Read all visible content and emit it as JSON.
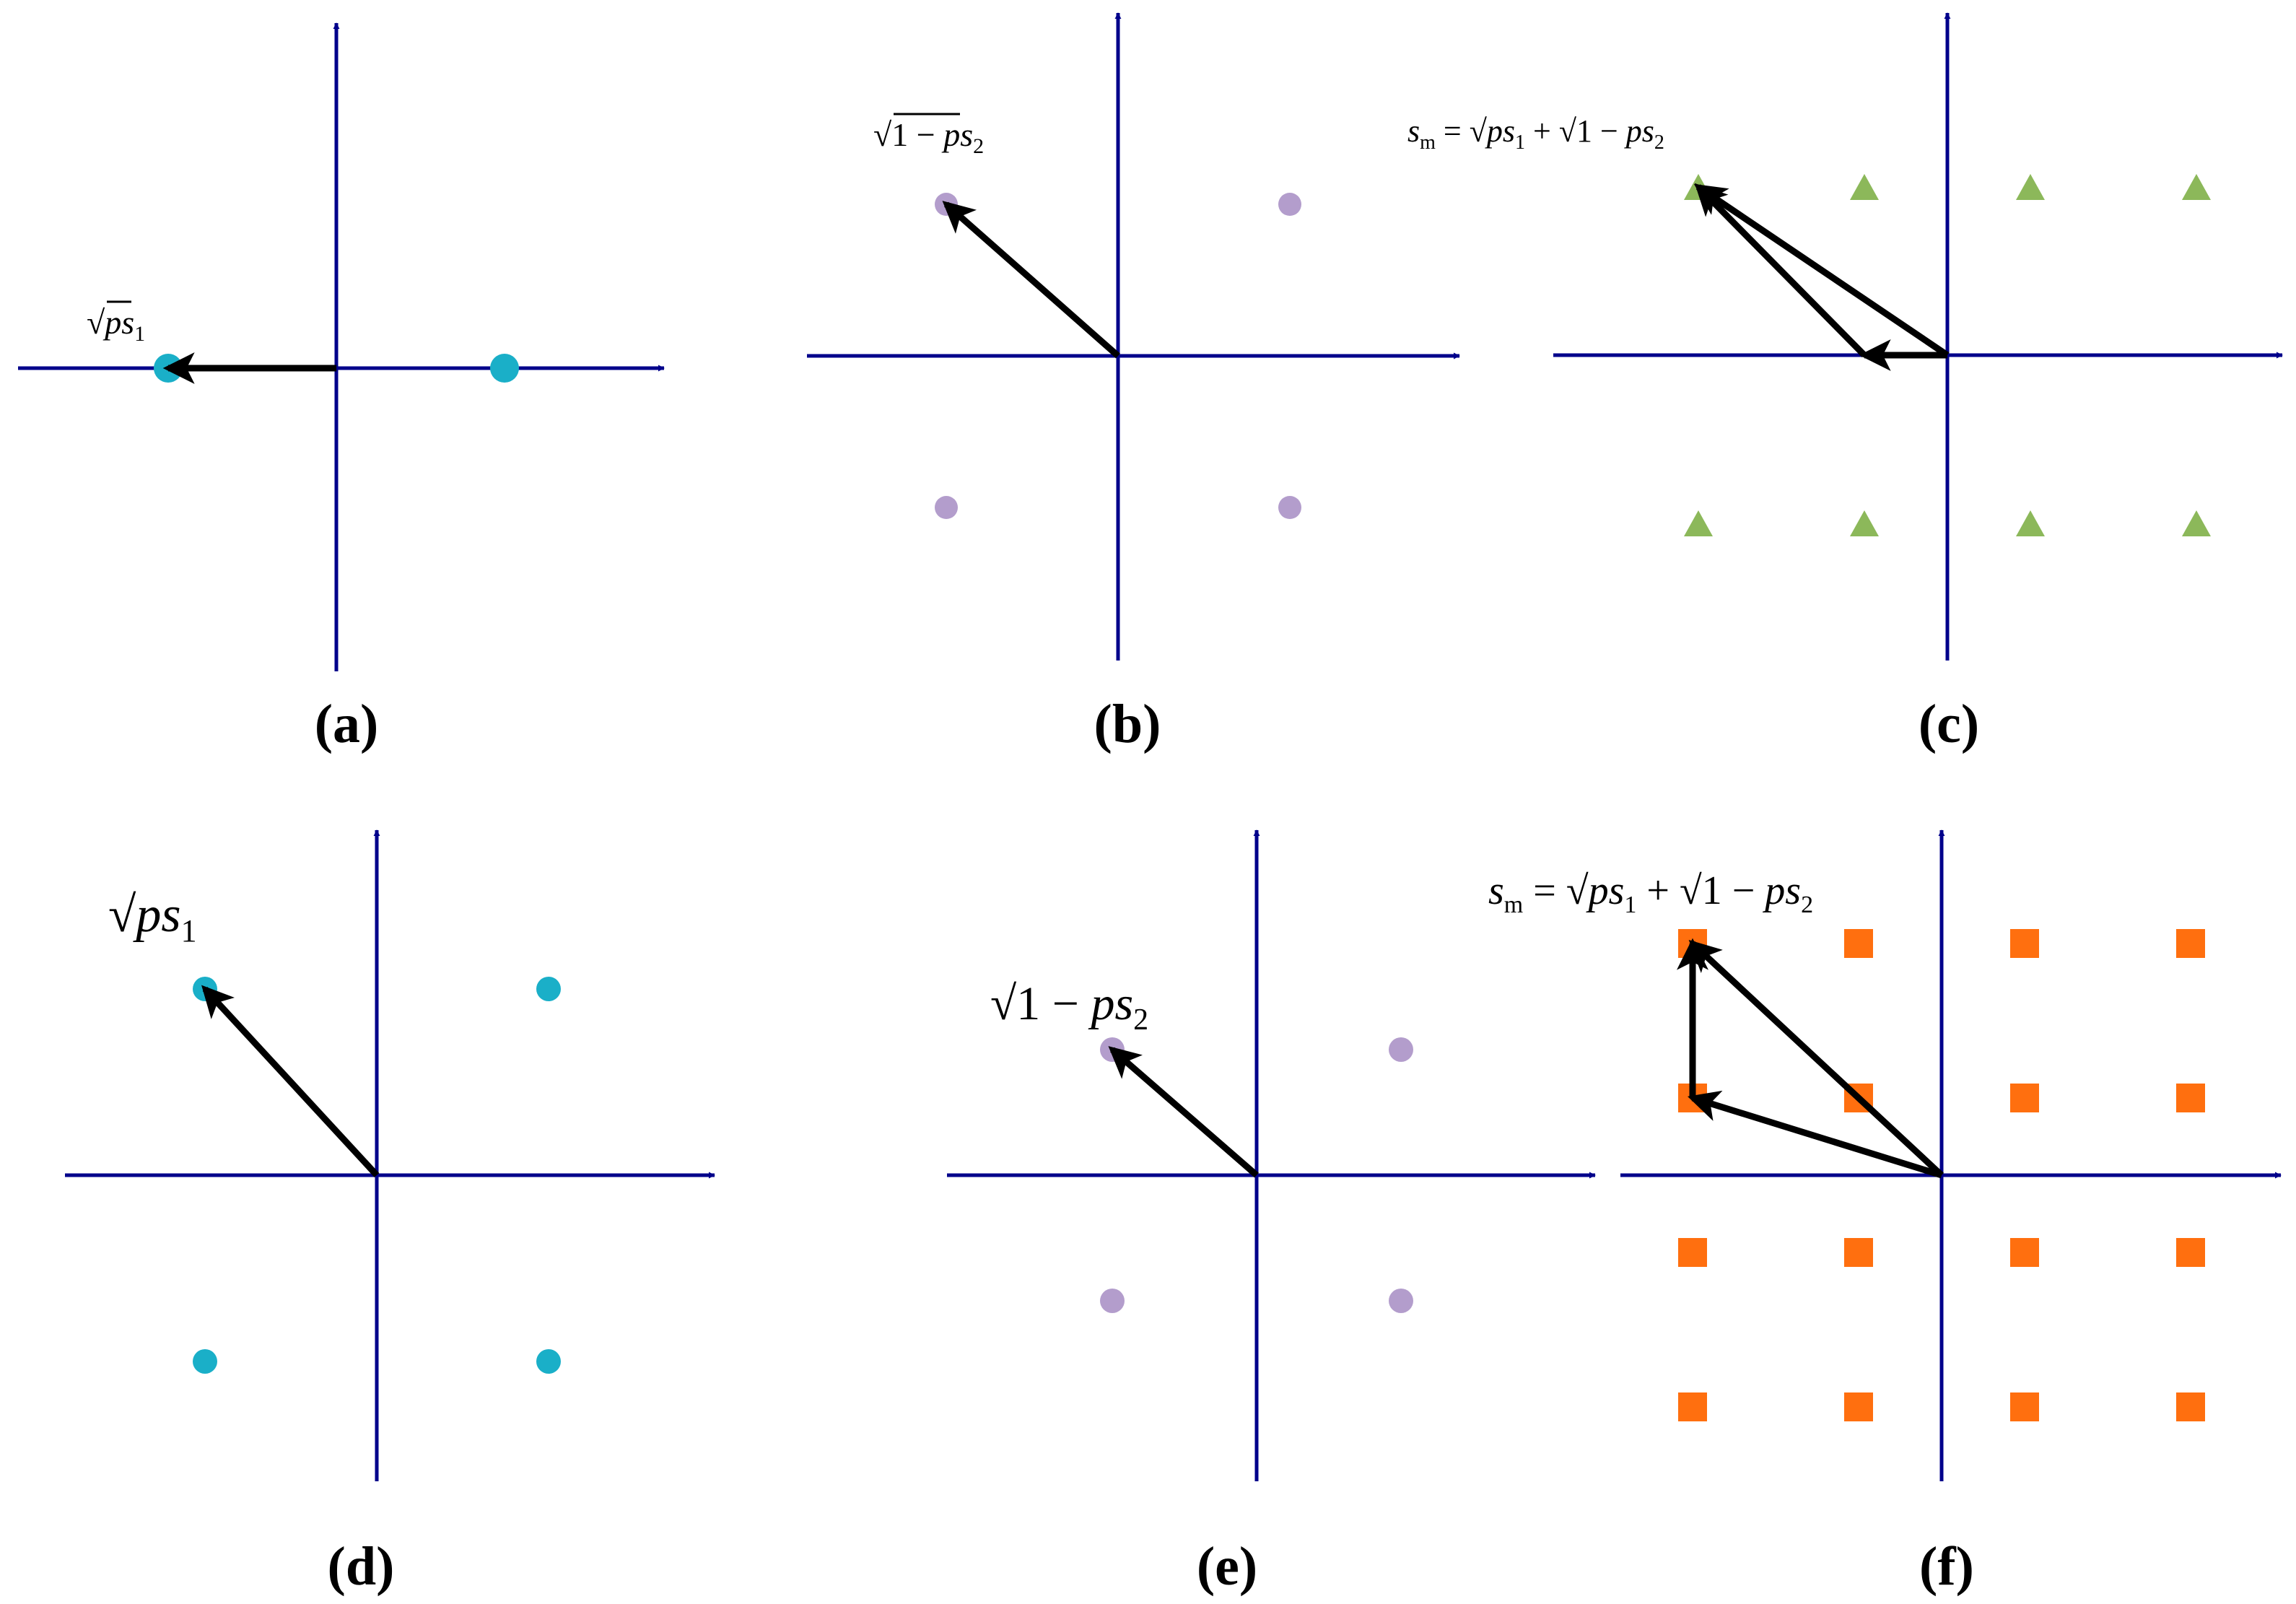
{
  "colors": {
    "axis": "#00008B",
    "vector": "#000000",
    "bpsk": "#1AAFC8",
    "qpsk_b": "#B39DCC",
    "qam_c": "#8CB85A",
    "qpsk_d": "#1AAFC8",
    "qpsk_e": "#B39DCC",
    "qam_f": "#FF6F0F"
  },
  "panels": [
    {
      "id": "a",
      "label": "(a)",
      "marker": "circle",
      "color_key": "bpsk",
      "points": [
        [
          -1,
          0
        ],
        [
          1,
          0
        ]
      ],
      "vectors": [
        [
          0,
          0,
          -1,
          0
        ]
      ],
      "annotation": {
        "text": "√ps₁",
        "parts": [
          "p",
          "s",
          "1"
        ]
      }
    },
    {
      "id": "b",
      "label": "(b)",
      "marker": "circle",
      "color_key": "qpsk_b",
      "points": [
        [
          -1,
          1
        ],
        [
          1,
          1
        ],
        [
          -1,
          -1
        ],
        [
          1,
          -1
        ]
      ],
      "vectors": [
        [
          0,
          0,
          -1,
          1
        ]
      ],
      "annotation": {
        "text": "√1−ps₂"
      }
    },
    {
      "id": "c",
      "label": "(c)",
      "marker": "triangle",
      "color_key": "qam_c",
      "points": [
        [
          -3,
          1
        ],
        [
          -1,
          1
        ],
        [
          1,
          1
        ],
        [
          3,
          1
        ],
        [
          -3,
          -1
        ],
        [
          -1,
          -1
        ],
        [
          1,
          -1
        ],
        [
          3,
          -1
        ]
      ],
      "vectors": [
        [
          0,
          0,
          -1,
          0
        ],
        [
          -1,
          0,
          -3,
          1
        ],
        [
          0,
          0,
          -3,
          1
        ]
      ],
      "annotation": {
        "text": "sₘ = √ps₁ + √1−ps₂"
      }
    },
    {
      "id": "d",
      "label": "(d)",
      "marker": "circle",
      "color_key": "qpsk_d",
      "points": [
        [
          -1,
          1
        ],
        [
          1,
          1
        ],
        [
          -1,
          -1
        ],
        [
          1,
          -1
        ]
      ],
      "vectors": [
        [
          0,
          0,
          -1,
          1
        ]
      ],
      "annotation": {
        "text": "√ps₁"
      }
    },
    {
      "id": "e",
      "label": "(e)",
      "marker": "circle",
      "color_key": "qpsk_e",
      "points": [
        [
          -1,
          1
        ],
        [
          1,
          1
        ],
        [
          -1,
          -1
        ],
        [
          1,
          -1
        ]
      ],
      "vectors": [
        [
          0,
          0,
          -1,
          1
        ]
      ],
      "annotation": {
        "text": "√1−ps₂"
      }
    },
    {
      "id": "f",
      "label": "(f)",
      "marker": "square",
      "color_key": "qam_f",
      "points": [
        [
          -3,
          3
        ],
        [
          -1,
          3
        ],
        [
          1,
          3
        ],
        [
          3,
          3
        ],
        [
          -3,
          1
        ],
        [
          -1,
          1
        ],
        [
          1,
          1
        ],
        [
          3,
          1
        ],
        [
          -3,
          -1
        ],
        [
          -1,
          -1
        ],
        [
          1,
          -1
        ],
        [
          3,
          -1
        ],
        [
          -3,
          -3
        ],
        [
          -1,
          -3
        ],
        [
          1,
          -3
        ],
        [
          3,
          -3
        ]
      ],
      "vectors": [
        [
          0,
          0,
          -3,
          1
        ],
        [
          -3,
          1,
          -3,
          3
        ],
        [
          0,
          0,
          -3,
          3
        ]
      ],
      "annotation": {
        "text": "sₘ = √ps₁ + √1−ps₂"
      }
    }
  ]
}
